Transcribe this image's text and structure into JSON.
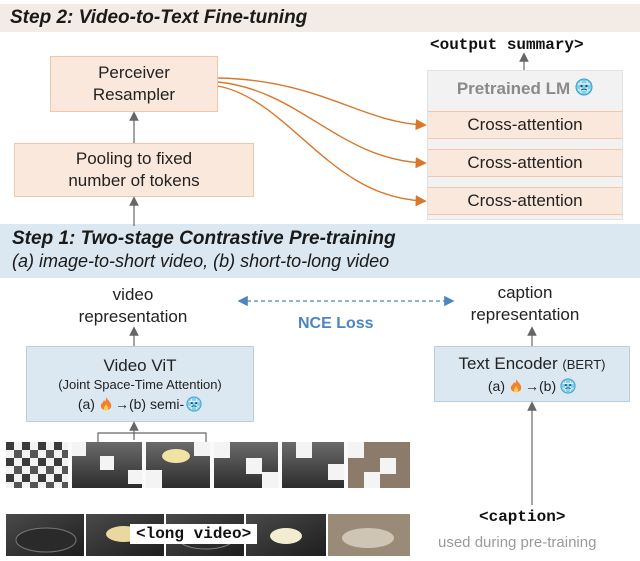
{
  "step2": {
    "title": "Step 2: Video-to-Text Fine-tuning"
  },
  "output_summary": "<output summary>",
  "perceiver": {
    "line1": "Perceiver",
    "line2": "Resampler"
  },
  "pooling": {
    "line1": "Pooling to fixed",
    "line2": "number of tokens"
  },
  "lm": {
    "title": "Pretrained LM",
    "title_icon": "snowflake-face-emoji",
    "cross_attention": [
      "Cross-attention",
      "Cross-attention",
      "Cross-attention"
    ]
  },
  "step1": {
    "title": "Step 1: Two-stage Contrastive Pre-training",
    "subtitle": "(a) image-to-short video, (b) short-to-long video"
  },
  "video_repr": {
    "line1": "video",
    "line2": "representation"
  },
  "caption_repr": {
    "line1": "caption",
    "line2": "representation"
  },
  "nce_loss": "NCE Loss",
  "video_vit": {
    "title": "Video ViT",
    "subtitle": "(Joint Space-Time Attention)",
    "stage_a": "(a)",
    "arrow": "→",
    "stage_b": "(b) semi-",
    "icon_a": "fire-emoji",
    "icon_b": "snowflake-face-emoji"
  },
  "text_encoder": {
    "title": "Text Encoder",
    "model": "(BERT)",
    "stage_a": "(a)",
    "arrow": "→",
    "stage_b": "(b)",
    "icon_a": "fire-emoji",
    "icon_b": "snowflake-face-emoji"
  },
  "long_video": "<long video>",
  "caption": "<caption>",
  "used_note": "used during pre-training",
  "colors": {
    "step2_band": "#f3ebe5",
    "step1_band": "#dbe8f1",
    "peach_box": "#fbe8dc",
    "blue_box": "#dbe8f1",
    "arrow_orange": "#d9772b",
    "nce_blue": "#4a86c0",
    "gray_arrow": "#666666"
  }
}
